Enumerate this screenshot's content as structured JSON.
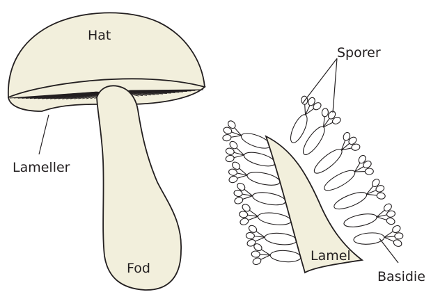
{
  "labels": {
    "cap": "Hat",
    "gills": "Lameller",
    "stem": "Fod",
    "spores": "Sporer",
    "gill": "Lamel",
    "basidium": "Basidie"
  },
  "colors": {
    "fill": "#f2efdc",
    "stroke": "#231f20",
    "background": "#ffffff"
  }
}
